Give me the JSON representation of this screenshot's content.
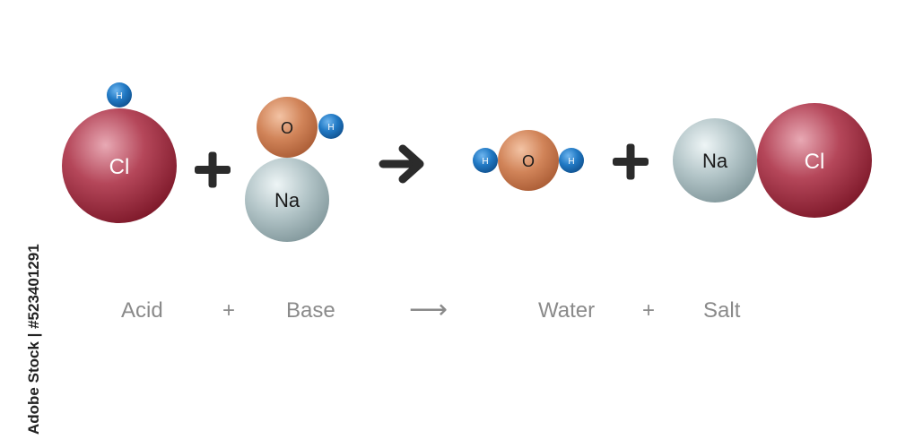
{
  "reaction": {
    "reactants": [
      {
        "name": "acid",
        "atoms": [
          "Cl",
          "H"
        ]
      },
      {
        "name": "base",
        "atoms": [
          "O",
          "H",
          "Na"
        ]
      }
    ],
    "products": [
      {
        "name": "water",
        "atoms": [
          "H",
          "O",
          "H"
        ]
      },
      {
        "name": "salt",
        "atoms": [
          "Na",
          "Cl"
        ]
      }
    ]
  },
  "atoms": {
    "cl": "Cl",
    "h": "H",
    "o": "O",
    "na": "Na"
  },
  "captions": {
    "acid": "Acid",
    "plus1": "+",
    "base": "Base",
    "arrow": "⟶",
    "water": "Water",
    "plus2": "+",
    "salt": "Salt"
  },
  "colors": {
    "chlorine": "#9e2a3d",
    "hydrogen": "#1f6fb8",
    "oxygen": "#c97a52",
    "sodium": "#a9bcc0",
    "operator": "#2b2b2b",
    "caption": "#8a8a8a"
  },
  "watermark": "Adobe Stock | #523401291"
}
